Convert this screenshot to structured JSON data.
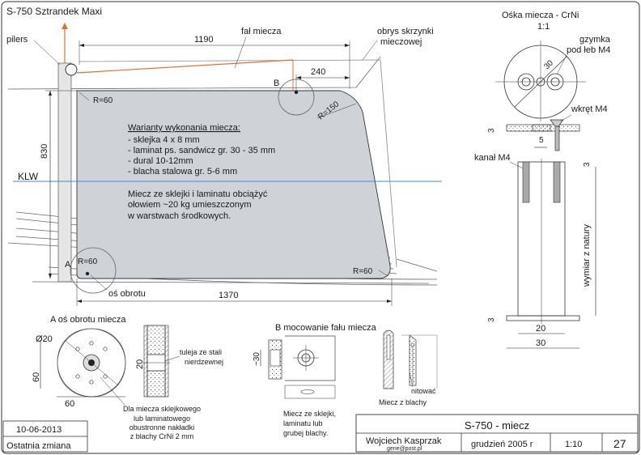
{
  "drawing": {
    "title": "S-750 Sztrandek Maxi",
    "labels": {
      "pilers": "pilers",
      "fal_miecza": "fał miecza",
      "obrys_line1": "obrys skrzynki",
      "obrys_line2": "mieczowej",
      "klw": "KLW",
      "point_a": "A",
      "point_b": "B",
      "os_obrotu": "oś obrotu"
    },
    "dims": {
      "d1190": "1190",
      "d240": "240",
      "d830": "830",
      "d1370": "1370",
      "r60_top": "R=60",
      "r150": "R=150",
      "r60_a": "R=60",
      "r60_br": "R=60"
    },
    "variants": {
      "heading": "Warianty wykonania miecza:",
      "items": [
        "- sklejka 4 x 8 mm",
        "- laminat ps. sandwicz gr. 30 - 35 mm",
        "- dural 10-12mm",
        "- blacha stalowa gr. 5-6 mm"
      ],
      "note": [
        "Miecz ze sklejki i laminatu obciążyć",
        "ołowiem ~20 kg umieszczonym",
        "w warstwach środkowych."
      ]
    }
  },
  "detail_a": {
    "title": "A  oś obrotu miecza",
    "d20": "Ø20",
    "d60_v": "60",
    "d60_h": "60",
    "d20_v": "20",
    "tuleja": [
      "tuleja ze stali",
      "nierdzewnej"
    ],
    "note": [
      "Dla miecza sklejkowego",
      "lub laminatowego",
      "obustronne nakładki",
      "z blachy CrNi 2 mm"
    ]
  },
  "detail_b": {
    "title": "B  mocowanie fału miecza",
    "d30": "~30",
    "note": [
      "Miecz ze sklejki,",
      "laminatu lub",
      "grubej blachy."
    ],
    "nitowac": "nitować",
    "miecz_blachy": "Miecz z blachy"
  },
  "axle": {
    "title": "Ośka miecza - CrNi",
    "scale": "1:1",
    "gzymka": [
      "gzymka",
      "pod łeb  M4"
    ],
    "d30": "30",
    "wkret": "wkręt  M4",
    "kanal": "kanał M4",
    "d3_a": "3",
    "d5": "5",
    "d3_b": "3",
    "wymiar": "wymiar z natury",
    "d3_c": "3",
    "d20": "20",
    "d30b": "30"
  },
  "titleblock": {
    "date": "10-06-2013",
    "last_change": "Ostatnia zmiana",
    "part": "S-750 - miecz",
    "author": "Wojciech Kasprzak",
    "email": "gene@post.pl",
    "date2": "grudzień  2005 r",
    "scale": "1:10",
    "sheet": "27"
  }
}
